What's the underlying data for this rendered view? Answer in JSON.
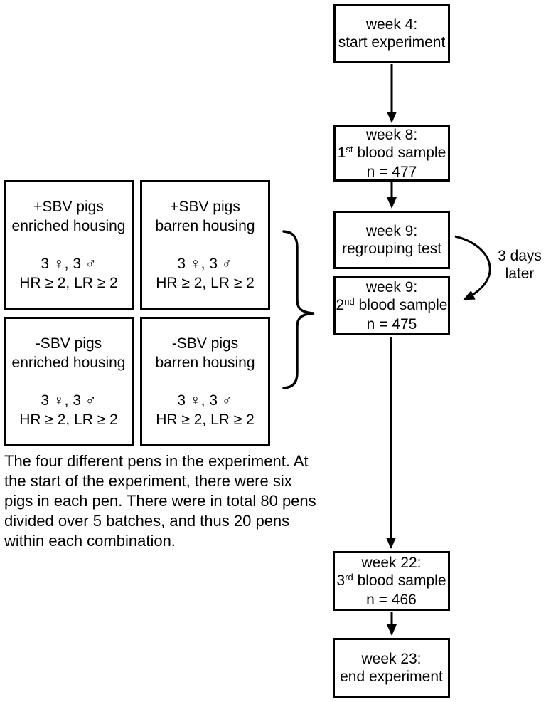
{
  "colors": {
    "line": "#000000",
    "background": "#ffffff"
  },
  "pens": {
    "boxes": [
      {
        "group": "+SBV pigs",
        "housing": "enriched housing",
        "composition": "3 ♀, 3 ♂",
        "criteria": "HR ≥ 2, LR ≥ 2"
      },
      {
        "group": "+SBV pigs",
        "housing": "barren housing",
        "composition": "3 ♀, 3 ♂",
        "criteria": "HR ≥ 2, LR ≥ 2"
      },
      {
        "group": "-SBV pigs",
        "housing": "enriched housing",
        "composition": "3 ♀, 3 ♂",
        "criteria": "HR ≥ 2, LR ≥ 2"
      },
      {
        "group": "-SBV pigs",
        "housing": "barren housing",
        "composition": "3 ♀, 3 ♂",
        "criteria": "HR ≥ 2, LR ≥ 2"
      }
    ],
    "caption_lines": [
      "The four different pens in the experiment. At",
      "the start of the experiment, there were six",
      "pigs in each pen. There were in total 80 pens",
      "divided over 5 batches, and thus 20 pens",
      "within each combination."
    ]
  },
  "flow": {
    "week4": {
      "title": "week 4:",
      "subtitle": "start experiment"
    },
    "week8": {
      "title": "week 8:",
      "sample_num": "1",
      "sample_ord": "st",
      "sample_rest": " blood sample",
      "n": "n = 477"
    },
    "week9_regroup": {
      "title": "week 9:",
      "subtitle": "regrouping test"
    },
    "week9_sample": {
      "title": "week 9:",
      "sample_num": "2",
      "sample_ord": "nd",
      "sample_rest": " blood sample",
      "n": "n = 475"
    },
    "week22": {
      "title": "week 22:",
      "sample_num": "3",
      "sample_ord": "rd",
      "sample_rest": " blood sample",
      "n": "n = 466"
    },
    "week23": {
      "title": "week 23:",
      "subtitle": "end experiment"
    },
    "delay_note": {
      "line1": "3 days",
      "line2": "later"
    }
  }
}
